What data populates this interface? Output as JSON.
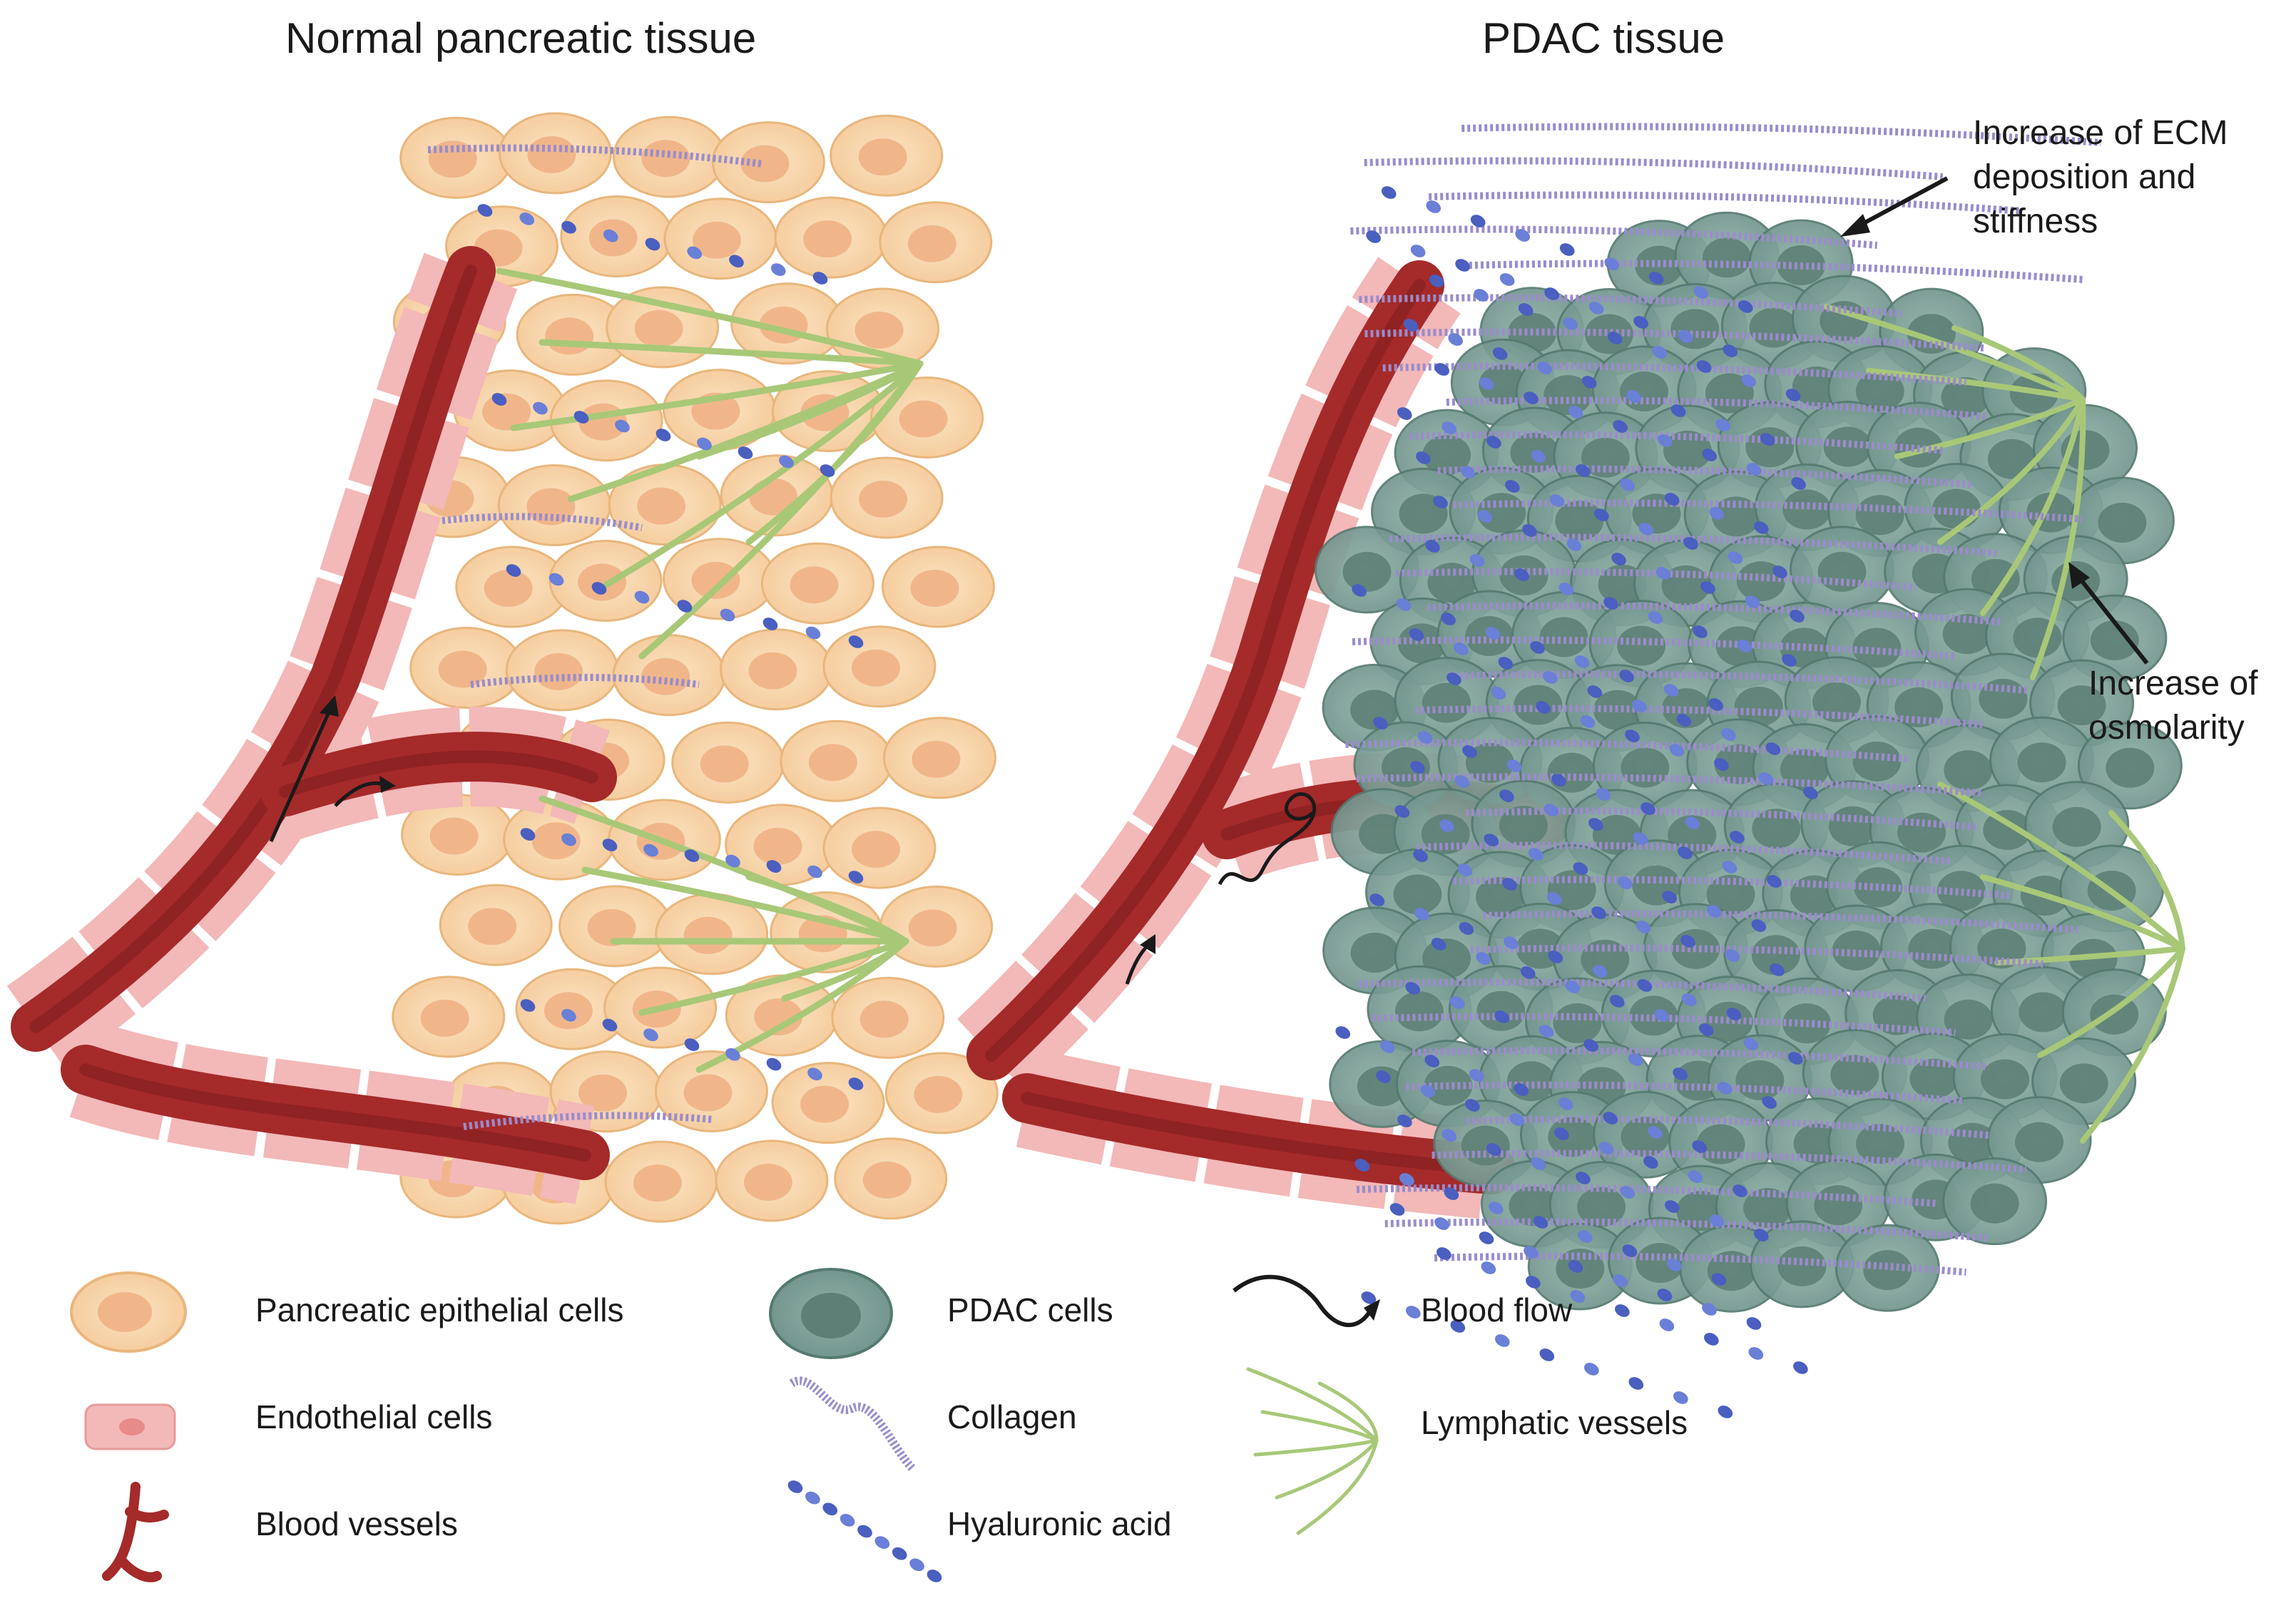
{
  "panels": {
    "normal": {
      "title": "Normal pancreatic tissue"
    },
    "pdac": {
      "title": "PDAC tissue"
    }
  },
  "annotations": {
    "ecm": [
      "Increase of ECM",
      "deposition and",
      "stiffness"
    ],
    "osmolarity": [
      "Increase of",
      "osmolarity"
    ]
  },
  "legend": [
    {
      "icon": "pancreatic-epithelial-cell-icon",
      "label": "Pancreatic epithelial cells"
    },
    {
      "icon": "endothelial-cell-icon",
      "label": "Endothelial cells"
    },
    {
      "icon": "blood-vessel-icon",
      "label": "Blood vessels"
    },
    {
      "icon": "pdac-cell-icon",
      "label": "PDAC cells"
    },
    {
      "icon": "collagen-icon",
      "label": "Collagen"
    },
    {
      "icon": "hyaluronic-acid-icon",
      "label": "Hyaluronic acid"
    },
    {
      "icon": "blood-flow-icon",
      "label": "Blood flow"
    },
    {
      "icon": "lymphatic-vessel-icon",
      "label": "Lymphatic vessels"
    }
  ],
  "colors": {
    "epithelial_fill": "#f8d6a8",
    "epithelial_nucleus": "#f0b68a",
    "pdac_fill": "#7f9f96",
    "pdac_nucleus": "#5e7f76",
    "endothelial_fill": "#f3b8b8",
    "endothelial_nucleus": "#e68a8a",
    "vessel": "#a52a2a",
    "vessel_dark": "#7a1a1a",
    "lymphatic": "#a8c878",
    "collagen": "#9a8ccc",
    "hyaluronic": "#4a5fbf"
  }
}
